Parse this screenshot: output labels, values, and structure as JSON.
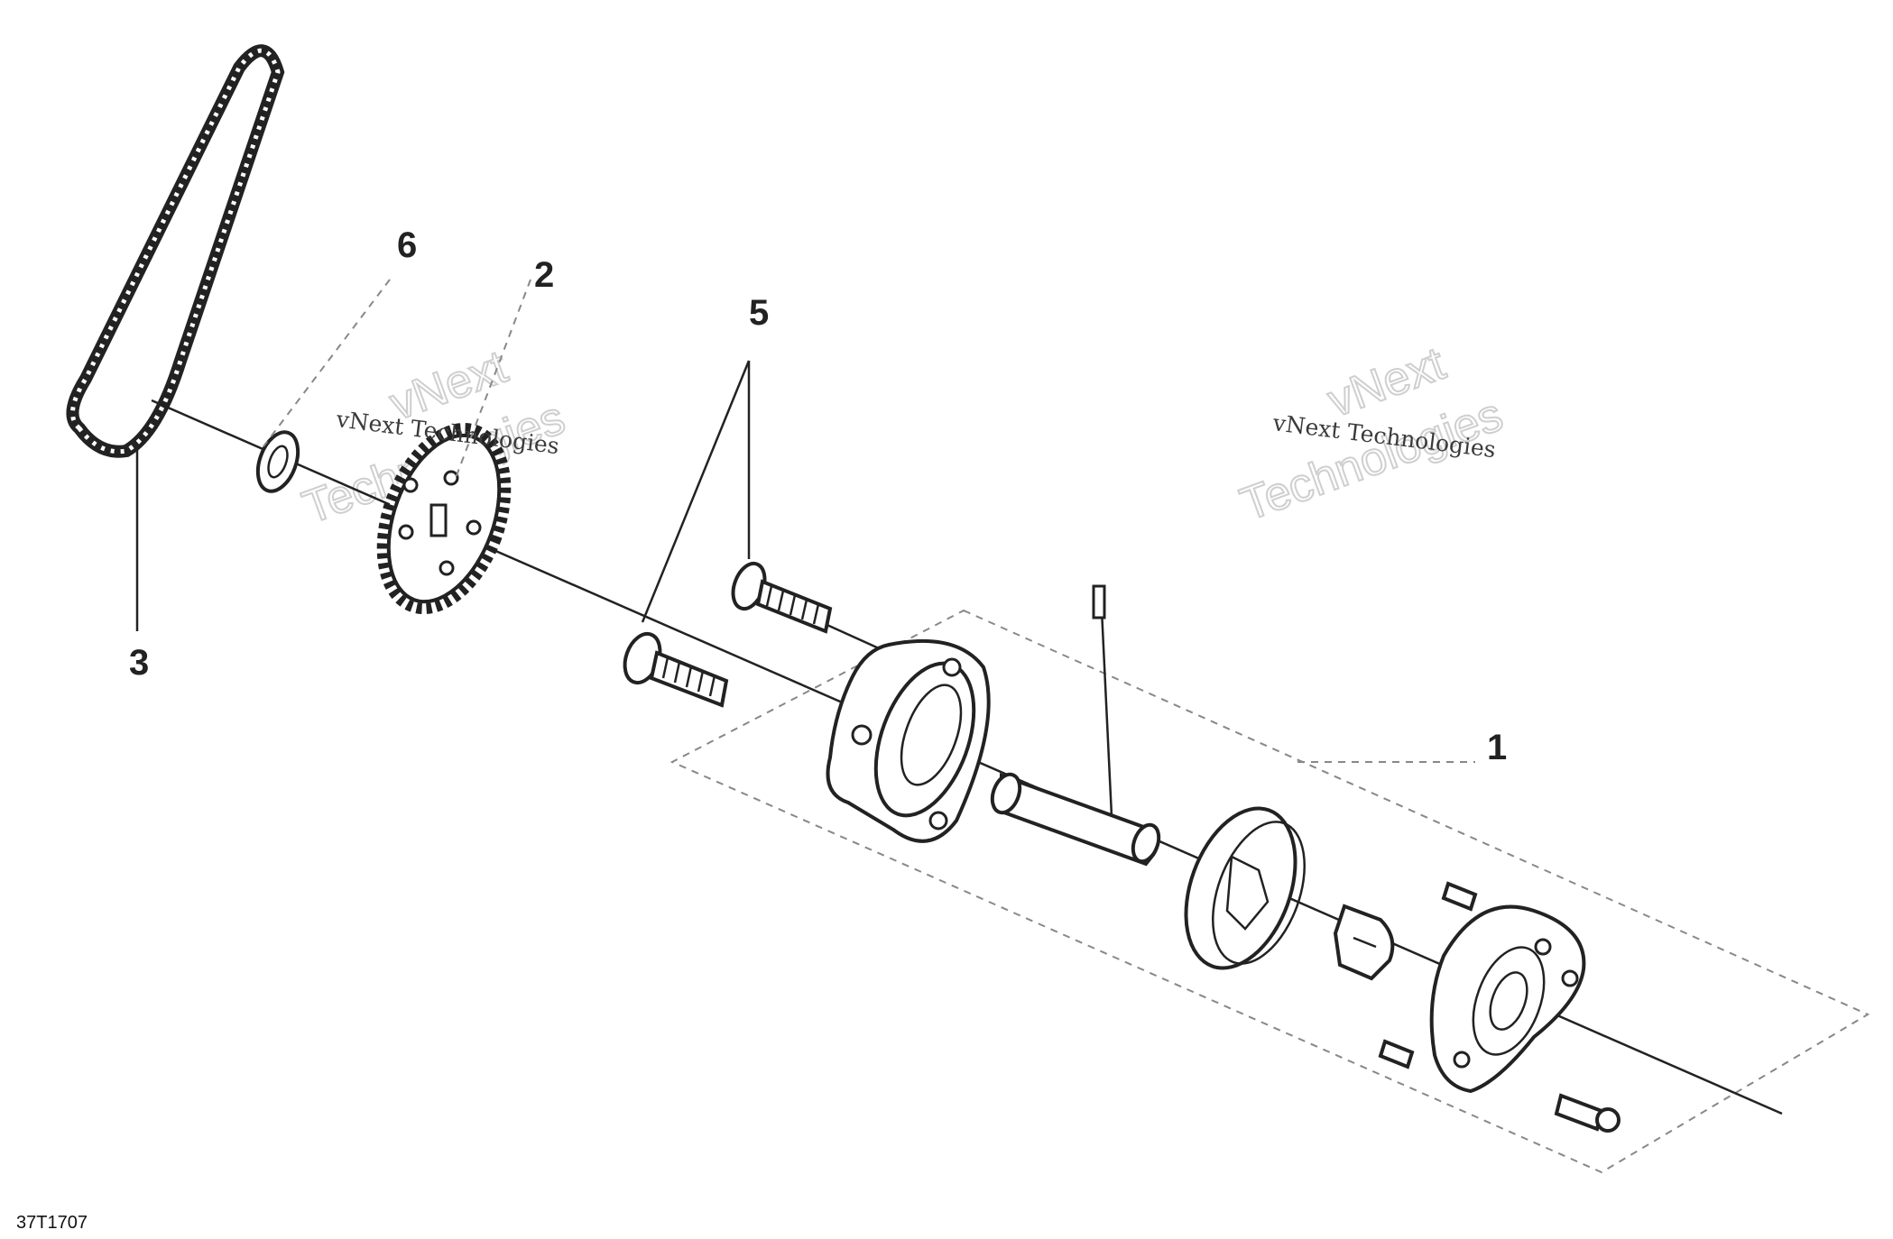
{
  "diagram": {
    "callouts": {
      "c1": "1",
      "c2": "2",
      "c3": "3",
      "c5": "5",
      "c6": "6"
    },
    "watermarks": {
      "brand": "vNext",
      "company": "Technologies",
      "full": "vNext Technologies"
    },
    "figure_code": "37T1707"
  }
}
